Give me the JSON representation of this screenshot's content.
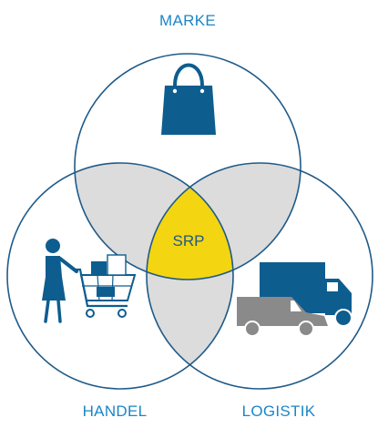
{
  "diagram": {
    "type": "venn-3",
    "sets": [
      {
        "label": "MARKE",
        "icon": "shopping-bag-icon"
      },
      {
        "label": "HANDEL",
        "icon": "shopper-with-cart-icon"
      },
      {
        "label": "LOGISTIK",
        "icon": "delivery-vehicles-icon"
      }
    ],
    "center_label": "SRP"
  },
  "colors": {
    "outline": "#1f5b89",
    "label_text": "#1a86c8",
    "icon_blue": "#0e5d8f",
    "icon_gray": "#8a8a8a",
    "pair_overlap": "#dcdcdc",
    "center_fill": "#f4d511",
    "center_text": "#1d5a8c"
  }
}
